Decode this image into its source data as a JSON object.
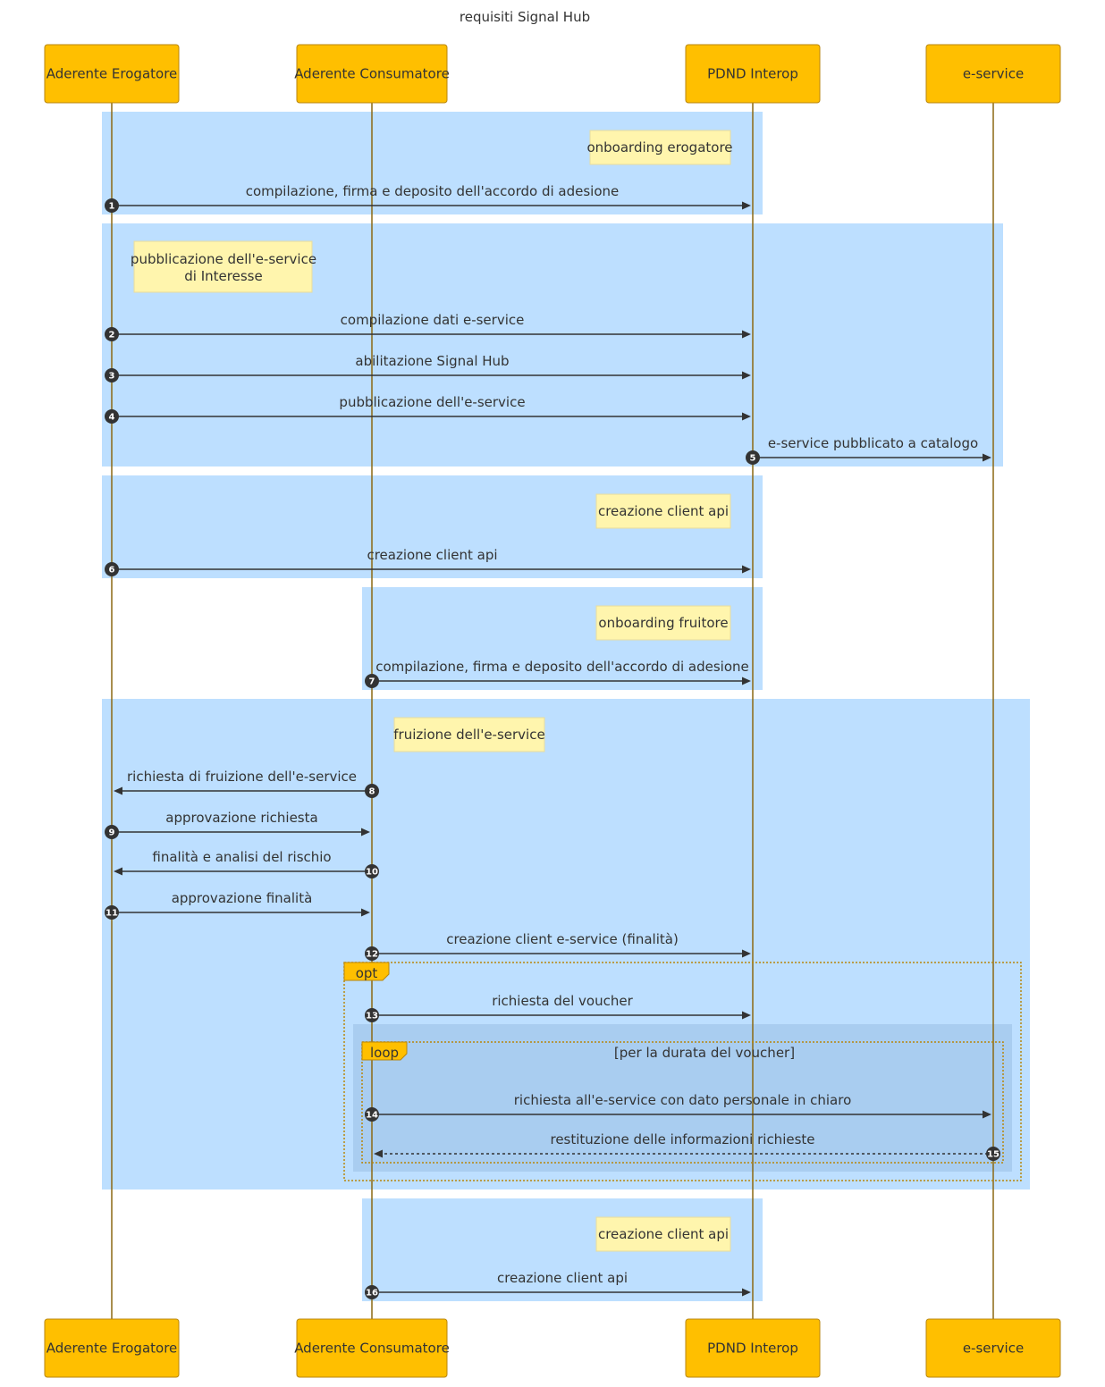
{
  "title": "requisiti Signal Hub",
  "participants": [
    "Aderente Erogatore",
    "Aderente Consumatore",
    "PDND Interop",
    "e-service"
  ],
  "notes": [
    {
      "lines": [
        "onboarding erogatore"
      ]
    },
    {
      "lines": [
        "pubblicazione dell'e-service",
        "di Interesse"
      ]
    },
    {
      "lines": [
        "creazione client api"
      ]
    },
    {
      "lines": [
        "onboarding fruitore"
      ]
    },
    {
      "lines": [
        "fruizione dell'e-service"
      ]
    },
    {
      "lines": [
        "creazione client api"
      ]
    }
  ],
  "messages": [
    {
      "num": "1",
      "from": "Aderente Erogatore",
      "to": "PDND Interop",
      "text": "compilazione, firma e deposito dell'accordo di adesione",
      "style": "solid"
    },
    {
      "num": "2",
      "from": "Aderente Erogatore",
      "to": "PDND Interop",
      "text": "compilazione dati e-service",
      "style": "solid"
    },
    {
      "num": "3",
      "from": "Aderente Erogatore",
      "to": "PDND Interop",
      "text": "abilitazione Signal Hub",
      "style": "solid"
    },
    {
      "num": "4",
      "from": "Aderente Erogatore",
      "to": "PDND Interop",
      "text": "pubblicazione dell'e-service",
      "style": "solid"
    },
    {
      "num": "5",
      "from": "PDND Interop",
      "to": "e-service",
      "text": "e-service pubblicato a catalogo",
      "style": "solid"
    },
    {
      "num": "6",
      "from": "Aderente Erogatore",
      "to": "PDND Interop",
      "text": "creazione client api",
      "style": "solid"
    },
    {
      "num": "7",
      "from": "Aderente Consumatore",
      "to": "PDND Interop",
      "text": "compilazione, firma e deposito dell'accordo di adesione",
      "style": "solid"
    },
    {
      "num": "8",
      "from": "Aderente Consumatore",
      "to": "Aderente Erogatore",
      "text": "richiesta di fruizione dell'e-service",
      "style": "solid"
    },
    {
      "num": "9",
      "from": "Aderente Erogatore",
      "to": "Aderente Consumatore",
      "text": "approvazione richiesta",
      "style": "solid"
    },
    {
      "num": "10",
      "from": "Aderente Consumatore",
      "to": "Aderente Erogatore",
      "text": "finalità e analisi del rischio",
      "style": "solid"
    },
    {
      "num": "11",
      "from": "Aderente Erogatore",
      "to": "Aderente Consumatore",
      "text": "approvazione finalità",
      "style": "solid"
    },
    {
      "num": "12",
      "from": "Aderente Consumatore",
      "to": "PDND Interop",
      "text": "creazione client e-service (finalità)",
      "style": "solid"
    },
    {
      "num": "13",
      "from": "Aderente Consumatore",
      "to": "PDND Interop",
      "text": "richiesta del voucher",
      "style": "solid"
    },
    {
      "num": "14",
      "from": "Aderente Consumatore",
      "to": "e-service",
      "text": "richiesta all'e-service con dato personale in chiaro",
      "style": "solid"
    },
    {
      "num": "15",
      "from": "e-service",
      "to": "Aderente Consumatore",
      "text": "restituzione delle informazioni richieste",
      "style": "dotted"
    },
    {
      "num": "16",
      "from": "Aderente Consumatore",
      "to": "PDND Interop",
      "text": "creazione client api",
      "style": "solid"
    }
  ],
  "fragments": [
    {
      "type": "opt",
      "label": "opt",
      "condition": ""
    },
    {
      "type": "loop",
      "label": "loop",
      "condition": "[per la durata del voucher]"
    }
  ],
  "colors": {
    "actor_fill": "#ffbf00",
    "actor_border": "#b8860b",
    "lifeline": "#8b6914",
    "rect_background": "#bddfff",
    "note_fill": "#fff5ad"
  }
}
